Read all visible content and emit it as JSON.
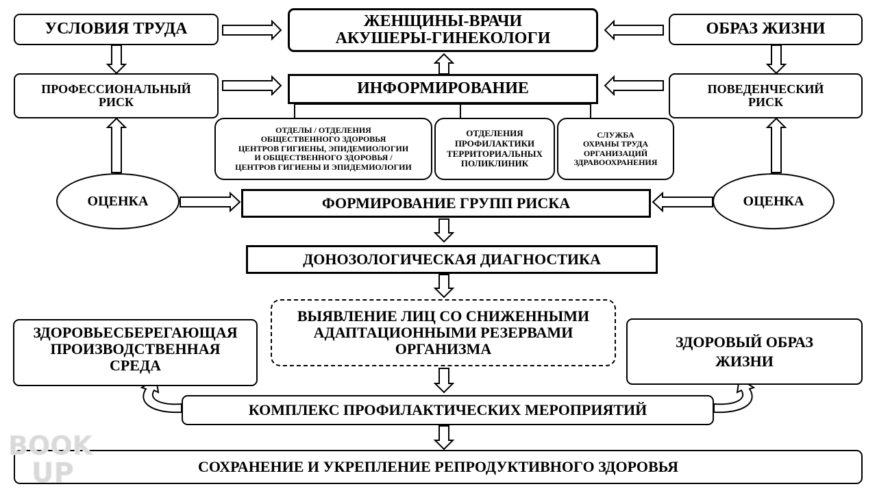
{
  "boxes": {
    "work_conditions": "УСЛОВИЯ ТРУДА",
    "women_doctors": [
      "ЖЕНЩИНЫ-ВРАЧИ",
      "АКУШЕРЫ-ГИНЕКОЛОГИ"
    ],
    "lifestyle": "ОБРАЗ ЖИЗНИ",
    "professional_risk": [
      "ПРОФЕССИОНАЛЬНЫЙ",
      "РИСК"
    ],
    "informing": "ИНФОРМИРОВАНИЕ",
    "behavioral_risk": [
      "ПОВЕДЕНЧЕСКИЙ",
      "РИСК"
    ],
    "public_health_departments": [
      "ОТДЕЛЫ / ОТДЕЛЕНИЯ",
      "ОБЩЕСТВЕННОГО ЗДОРОВЬЯ",
      "ЦЕНТРОВ ГИГИЕНЫ, ЭПИДЕМИОЛОГИИ",
      "И ОБЩЕСТВЕННОГО ЗДОРОВЬЯ /",
      "ЦЕНТРОВ ГИГИЕНЫ И ЭПИДЕМИОЛОГИИ"
    ],
    "prevention_departments": [
      "ОТДЕЛЕНИЯ",
      "ПРОФИЛАКТИКИ",
      "ТЕРРИТОРИАЛЬНЫХ",
      "ПОЛИКЛИНИК"
    ],
    "labor_protection": [
      "СЛУЖБА",
      "ОХРАНЫ ТРУДА",
      "ОРГАНИЗАЦИЙ",
      "ЗДРАВООХРАНЕНИЯ"
    ],
    "assessment_left": "ОЦЕНКА",
    "risk_groups": "ФОРМИРОВАНИЕ ГРУПП РИСКА",
    "assessment_right": "ОЦЕНКА",
    "prenosological_diagnostics": "ДОНОЗОЛОГИЧЕСКАЯ ДИАГНОСТИКА",
    "reduced_reserves": [
      "ВЫЯВЛЕНИЕ ЛИЦ СО СНИЖЕННЫМИ",
      "АДАПТАЦИОННЫМИ РЕЗЕРВАМИ",
      "ОРГАНИЗМА"
    ],
    "health_saving_environment": [
      "ЗДОРОВЬЕСБЕРЕГАЮЩАЯ",
      "ПРОИЗВОДСТВЕННАЯ",
      "СРЕДА"
    ],
    "healthy_lifestyle": [
      "ЗДОРОВЫЙ ОБРАЗ",
      "ЖИЗНИ"
    ],
    "preventive_measures": "КОМПЛЕКС ПРОФИЛАКТИЧЕСКИХ МЕРОПРИЯТИЙ",
    "reproductive_health": "СОХРАНЕНИЕ И УКРЕПЛЕНИЕ РЕПРОДУКТИВНОГО ЗДОРОВЬЯ"
  },
  "watermark": [
    "BOOK",
    "UP"
  ]
}
